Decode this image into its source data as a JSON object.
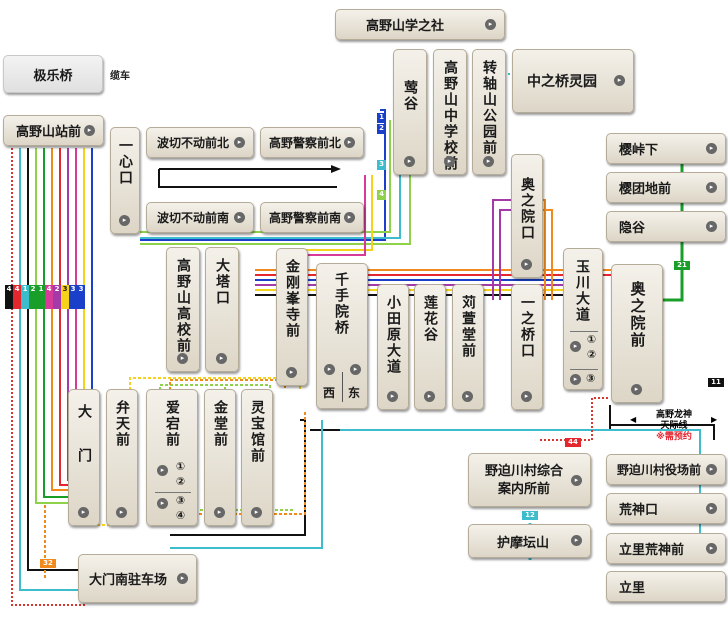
{
  "stations": {
    "gokurakubashi": "极乐桥",
    "cable_note": "缆车",
    "koyasan_station": "高野山站前",
    "isshinguchi": "一心口",
    "namikiri_kita": "波切不动前北",
    "namikiri_minami": "波切不动前南",
    "keisatsu_kita": "高野警察前北",
    "keisatsu_minami": "高野警察前南",
    "jinja": "高野山学之社",
    "uguisudani": "莺谷",
    "chugakko": "高野山中学校前",
    "tenjiku_koen": "转轴山公园前",
    "nakanohashi": "中之桥灵园",
    "okunoin_guchi": "奥之院口",
    "sakuratoge": "樱峠下",
    "sakura_danchi": "樱团地前",
    "onkoku": "隐谷",
    "koko": "高野山高校前",
    "daitoguchi": "大塔口",
    "kongobuji": "金刚峯寺前",
    "senjuinbashi": "千手院桥",
    "senju_west": "西",
    "senju_east": "东",
    "odawara": "小田原大道",
    "rengedani": "莲花谷",
    "karukaya": "苅萱堂前",
    "ichinohashi": "一之桥口",
    "tamagawa": "玉川大道",
    "tamagawa_p12": "①②",
    "tamagawa_p3": "③",
    "okunoin": "奥之院前",
    "daimon": "大门",
    "bentenmae": "弁天前",
    "atago": "爱宕前",
    "atago_p12": "①②",
    "atago_p34": "③④",
    "kondo": "金堂前",
    "reihokan": "灵宝馆前",
    "nosegawa_center": "野迫川村综合案内所前",
    "gomadanzan": "护摩坛山",
    "nosegawa_yakuba": "野迫川村役场前",
    "arakamiguchi": "荒神口",
    "tachisato_arakami": "立里荒神前",
    "tachisato": "立里",
    "daimon_parking": "大门南驻车场"
  },
  "tenku": {
    "line1": "高野龙神",
    "line2": "天际线",
    "note": "※需预约",
    "arrow_left": "◀",
    "arrow_right": "▶"
  },
  "route_tags": [
    "4",
    "4",
    "1",
    "2",
    "1",
    "4",
    "2",
    "3",
    "3",
    "3"
  ],
  "route_nums": {
    "r11": "11",
    "r21": "21",
    "r12": "12",
    "r44": "44",
    "r32": "32",
    "r1": "1",
    "r2": "2",
    "r3": "3",
    "r4": "4"
  },
  "route_colors": {
    "black": "#111111",
    "cyan": "#3cbccc",
    "light_green": "#8fd24a",
    "orange": "#f08a1d",
    "red": "#e4262f",
    "yellow": "#f7d21a",
    "purple": "#a33aa8",
    "magenta": "#d83a9a",
    "blue": "#1a3fc8",
    "green": "#1a9e2a",
    "red_dotted": "#d8362f"
  }
}
